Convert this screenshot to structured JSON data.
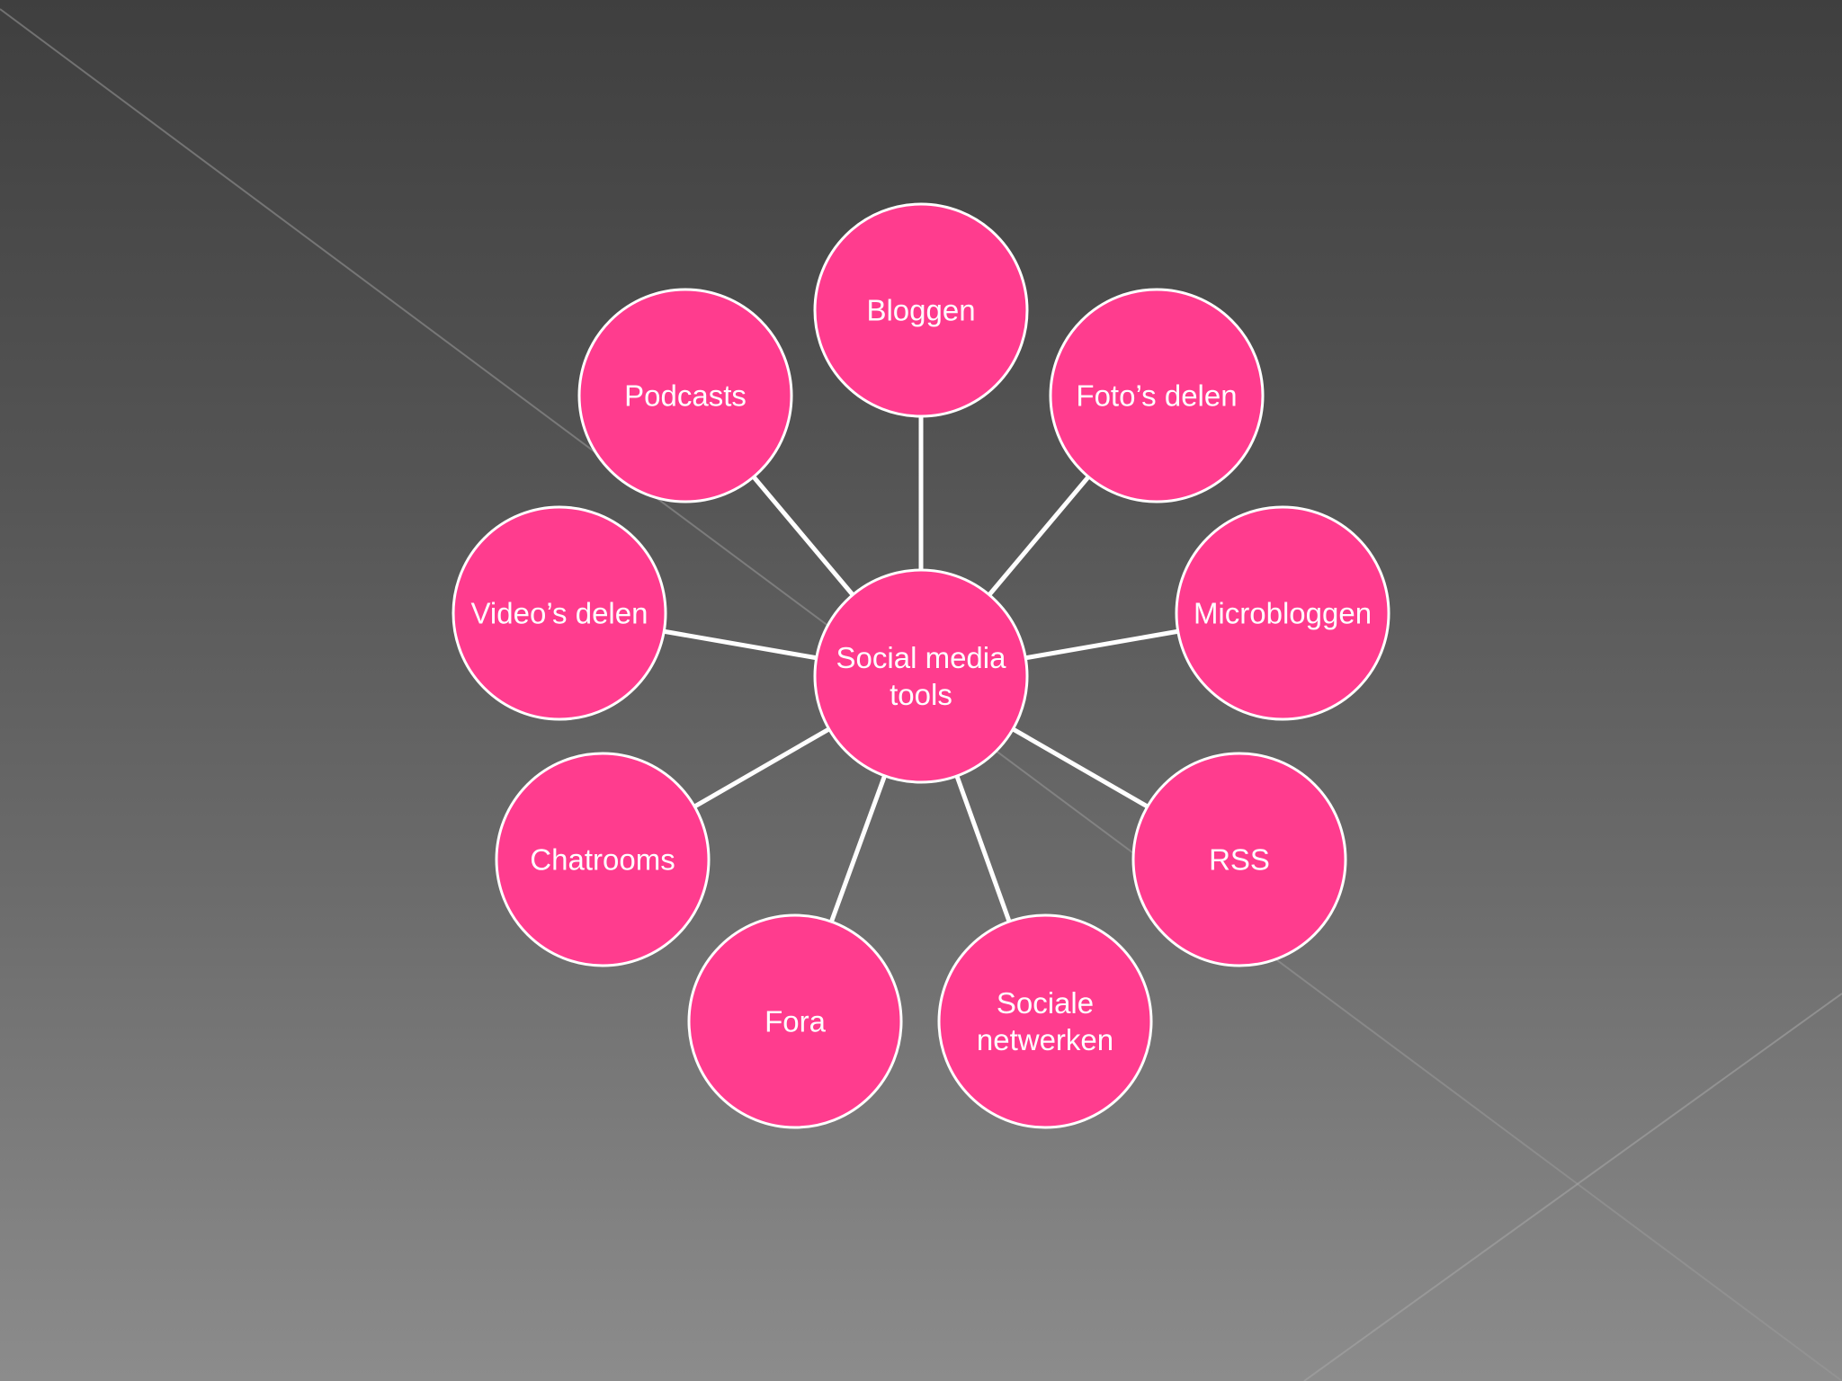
{
  "diagram": {
    "center": {
      "lines": [
        "Social media",
        "tools"
      ]
    },
    "nodes": [
      {
        "id": "bloggen",
        "lines": [
          "Bloggen"
        ]
      },
      {
        "id": "fotos-delen",
        "lines": [
          "Foto’s delen"
        ]
      },
      {
        "id": "microbloggen",
        "lines": [
          "Microbloggen"
        ]
      },
      {
        "id": "rss",
        "lines": [
          "RSS"
        ]
      },
      {
        "id": "sociale-netwerken",
        "lines": [
          "Sociale",
          "netwerken"
        ]
      },
      {
        "id": "fora",
        "lines": [
          "Fora"
        ]
      },
      {
        "id": "chatrooms",
        "lines": [
          "Chatrooms"
        ]
      },
      {
        "id": "videos-delen",
        "lines": [
          "Video’s delen"
        ]
      },
      {
        "id": "podcasts",
        "lines": [
          "Podcasts"
        ]
      }
    ],
    "colors": {
      "node_fill": "#ff3c8e",
      "node_stroke": "#ffffff",
      "connector": "#ffffff",
      "text": "#ffffff"
    }
  }
}
